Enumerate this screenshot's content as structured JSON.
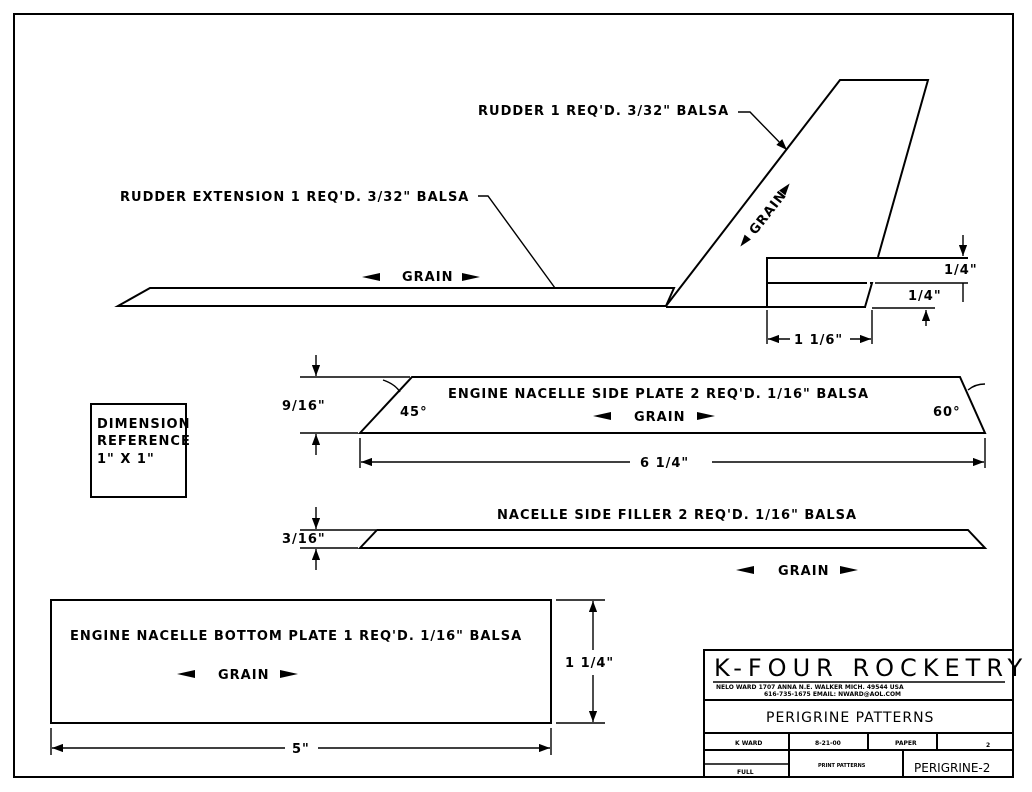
{
  "parts": {
    "rudder": {
      "label": "RUDDER 1 REQ'D. 3/32\" BALSA",
      "grain": "GRAIN"
    },
    "rudder_extension": {
      "label": "RUDDER EXTENSION 1 REQ'D. 3/32\" BALSA",
      "grain": "GRAIN"
    },
    "rudder_dims": {
      "upper": "1/4\"",
      "lower": "1/4\"",
      "width": "1 1/6\""
    },
    "side_plate": {
      "label": "ENGINE NACELLE SIDE PLATE 2 REQ'D. 1/16\" BALSA",
      "grain": "GRAIN",
      "height": "9/16\"",
      "length": "6 1/4\"",
      "angle_left": "45°",
      "angle_right": "60°"
    },
    "side_filler": {
      "label": "NACELLE SIDE FILLER 2 REQ'D. 1/16\" BALSA",
      "grain": "GRAIN",
      "height": "3/16\""
    },
    "bottom_plate": {
      "label": "ENGINE NACELLE BOTTOM PLATE 1 REQ'D. 1/16\" BALSA",
      "grain": "GRAIN",
      "height": "1 1/4\"",
      "length": "5\""
    }
  },
  "dimension_reference": {
    "line1": "DIMENSION",
    "line2": "REFERENCE",
    "line3": "1\" X 1\""
  },
  "title_block": {
    "company": "K-FOUR ROCKETRY",
    "address": "NELO WARD 1707 ANNA N.E. WALKER MICH. 49544 USA",
    "contact": "616-735-1675 EMAIL: NWARD@AOL.COM",
    "title": "PERIGRINE PATTERNS",
    "drawn_by": "K WARD",
    "date": "8-21-00",
    "material": "PAPER",
    "sheet": "2",
    "scale": "FULL",
    "description": "PRINT PATTERNS",
    "drawing_no": "PERIGRINE-2"
  }
}
